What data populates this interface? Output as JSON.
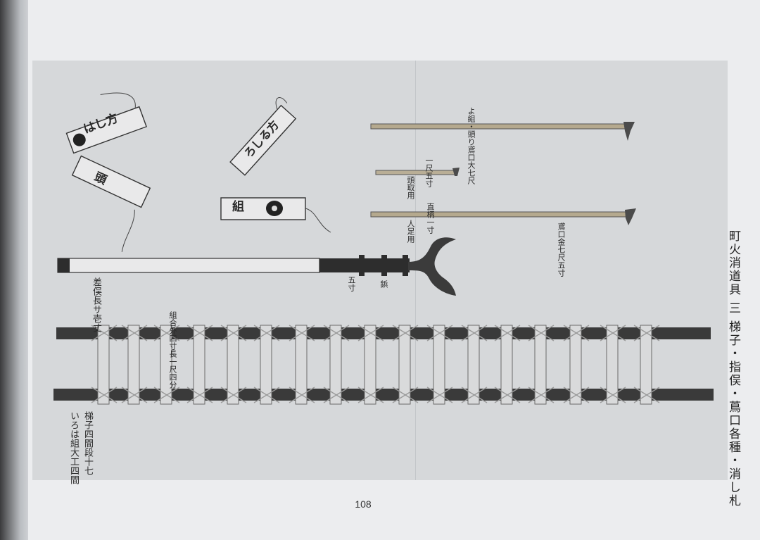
{
  "book": {
    "caption_title": "町火消道具",
    "caption_number": "三",
    "caption_items": "梯子・指俣・蔦口各種・消し札",
    "page_number": "108"
  },
  "annotations": {
    "tobi_large": "よ組・頭り鳶口大七尺",
    "tobi_small": "一尺五寸",
    "tobi_small_use": "頭取用",
    "pole_length": "直柄一寸",
    "pole_use": "人足用",
    "tobi_mid": "鳶口金七尺五寸",
    "sasumata_left": "差俣長サ壱丈",
    "sasumata_iron": "五寸",
    "sasumata_tip": "鋲",
    "ladder_left": "梯子四間段十七",
    "ladder_right": "いろは組大工四間",
    "fuda_note": "組合外四寸長一尺四分"
  },
  "fuda": {
    "tag1_text": "はし方",
    "tag2_text": "頭",
    "tag3_text": "ろしる方",
    "tag4_text": "組"
  }
}
